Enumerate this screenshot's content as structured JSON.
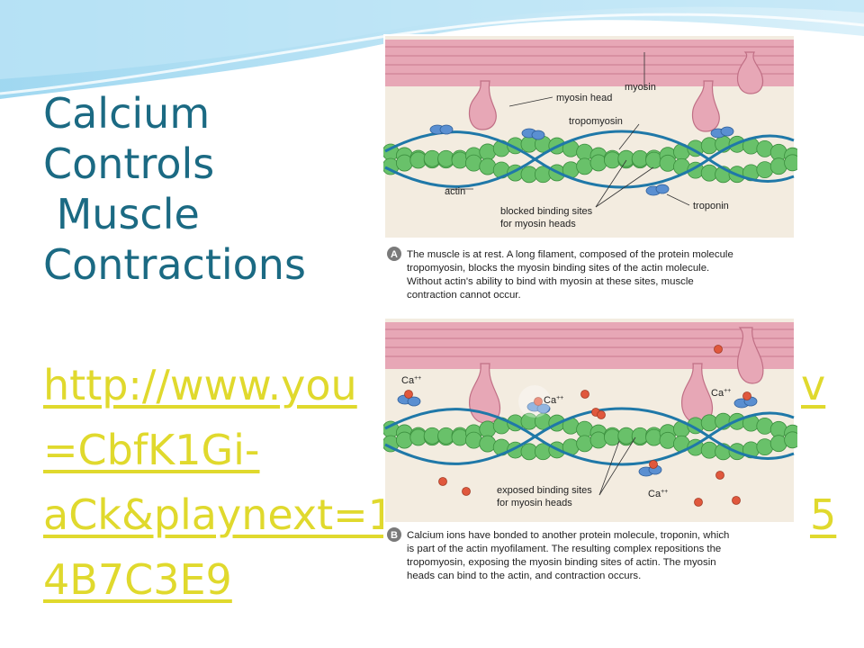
{
  "slide": {
    "title_lines": [
      "Calcium",
      "Controls",
      " Muscle",
      "Contractions"
    ],
    "link_left_lines": [
      "http://www.you",
      "=CbfK1Gi-",
      "aCk&playnext=1",
      "4B7C3E9"
    ],
    "link_right_fragments": [
      "v",
      "5"
    ]
  },
  "colors": {
    "title": "#1b6a83",
    "link": "#e0d92d",
    "panel_bg": "#f3ece0",
    "myosin": "#e7a7b6",
    "actin": "#69c16a",
    "tropomyosin": "#1f78a8",
    "troponin": "#5a8fd1",
    "calcium": "#e0583d"
  },
  "figure": {
    "panel_a": {
      "labels": {
        "myosin_head": "myosin head",
        "myosin": "myosin",
        "tropomyosin": "tropomyosin",
        "actin": "actin",
        "troponin": "troponin",
        "blocked_1": "blocked binding sites",
        "blocked_2": "for myosin heads"
      },
      "badge": "A",
      "caption_lines": [
        "The muscle is at rest. A long filament, composed of the protein molecule",
        "tropomyosin, blocks the myosin binding sites of the actin molecule.",
        "Without actin's ability to bind with myosin at these sites, muscle",
        "contraction cannot occur."
      ]
    },
    "panel_b": {
      "labels": {
        "ca_1": "Ca",
        "ca_2": "Ca",
        "ca_3": "Ca",
        "ca_4": "Ca",
        "ca_sup": "++",
        "exposed_1": "exposed binding sites",
        "exposed_2": "for myosin heads"
      },
      "badge": "B",
      "caption_lines": [
        "Calcium ions have bonded to another protein molecule, troponin, which",
        "is part of the actin myofilament. The resulting complex repositions the",
        "tropomyosin, exposing the myosin binding sites of actin. The myosin",
        "heads can bind to the actin, and contraction occurs."
      ]
    }
  }
}
